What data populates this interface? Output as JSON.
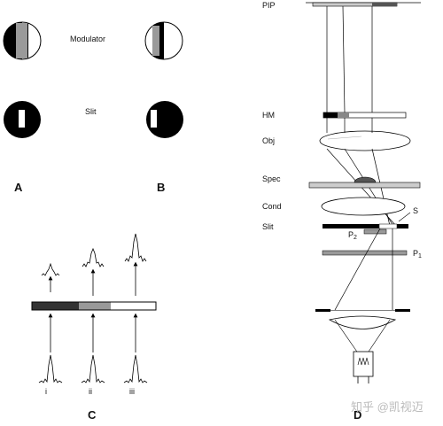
{
  "panel_ab": {
    "modulator_label": "Modulator",
    "slit_label": "Slit",
    "label_a": "A",
    "label_b": "B"
  },
  "panel_c": {
    "label": "C",
    "positions": [
      "i",
      "ii",
      "iii"
    ]
  },
  "panel_d": {
    "label": "D",
    "labels": {
      "pip": "PIP",
      "hm": "HM",
      "obj": "Obj",
      "spec": "Spec",
      "cond": "Cond",
      "slit": "Slit",
      "s": "S",
      "p2_base": "P",
      "p2_sub": "2",
      "p1_base": "P",
      "p1_sub": "1"
    }
  },
  "watermark": "知乎 @凯视迈",
  "colors": {
    "ink": "#000000",
    "gray": "#999999",
    "light_gray": "#c8c8c8"
  }
}
